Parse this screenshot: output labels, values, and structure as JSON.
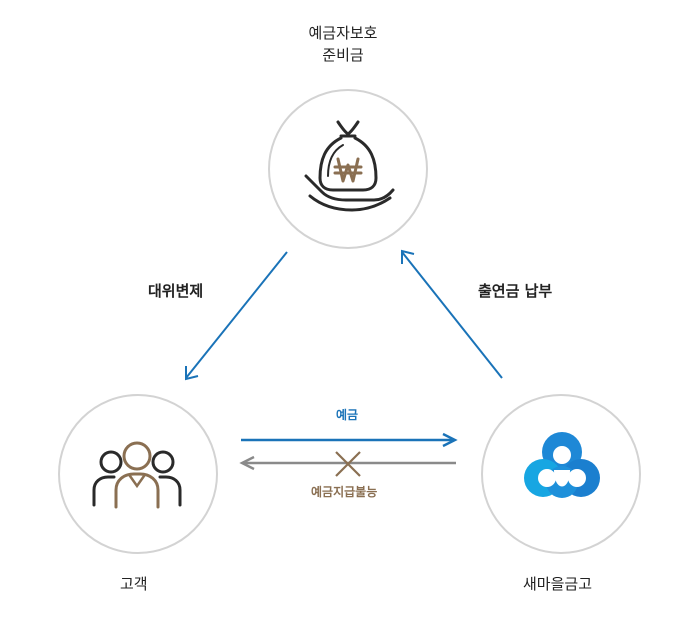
{
  "nodes": {
    "top": {
      "label_line1": "예금자보호",
      "label_line2": "준비금"
    },
    "left": {
      "label": "고객"
    },
    "right": {
      "label": "새마을금고"
    }
  },
  "edges": {
    "left_edge_label": "대위변제",
    "right_edge_label": "출연금 납부",
    "bottom_top_label": "예금",
    "bottom_bottom_label": "예금지급불능"
  },
  "colors": {
    "blue": "#1a73b8",
    "brown": "#8a6f52",
    "gray": "#8a8a8a",
    "circle_border": "#d3d3d3"
  },
  "icons": {
    "top": "money-bag-hand-icon",
    "left": "people-group-icon",
    "right": "cloud-clover-logo-icon",
    "cross": "x-cross-icon"
  }
}
